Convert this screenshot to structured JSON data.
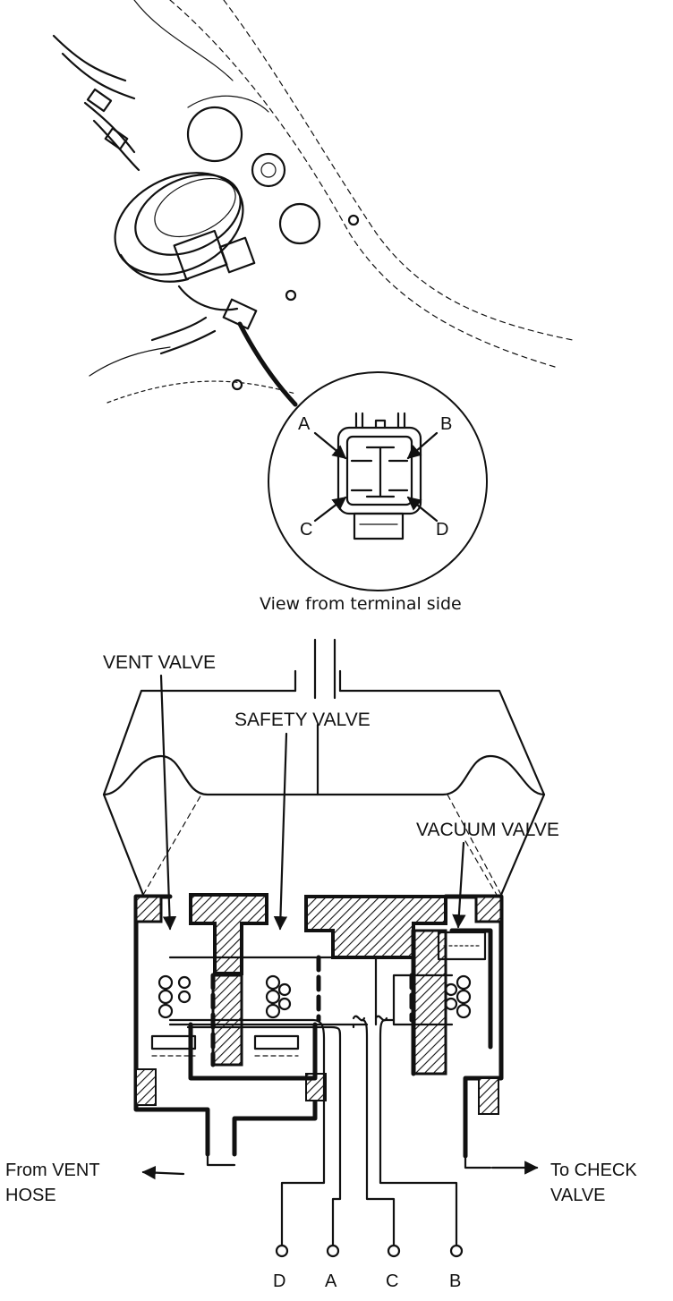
{
  "top_illustration": {
    "detail_callout": {
      "pin_labels": {
        "a": "A",
        "b": "B",
        "c": "C",
        "d": "D"
      },
      "caption": "View from terminal side"
    }
  },
  "cross_section": {
    "valve_labels": {
      "vent_valve": "VENT VALVE",
      "safety_valve": "SAFETY VALVE",
      "vacuum_valve": "VACUUM VALVE"
    },
    "port_labels": {
      "from_vent_hose_line1": "From VENT",
      "from_vent_hose_line2": "HOSE",
      "to_check_valve_line1": "To CHECK",
      "to_check_valve_line2": "VALVE"
    },
    "terminal_labels": [
      "D",
      "A",
      "C",
      "B"
    ]
  },
  "colors": {
    "ink": "#111111",
    "background": "#ffffff"
  }
}
